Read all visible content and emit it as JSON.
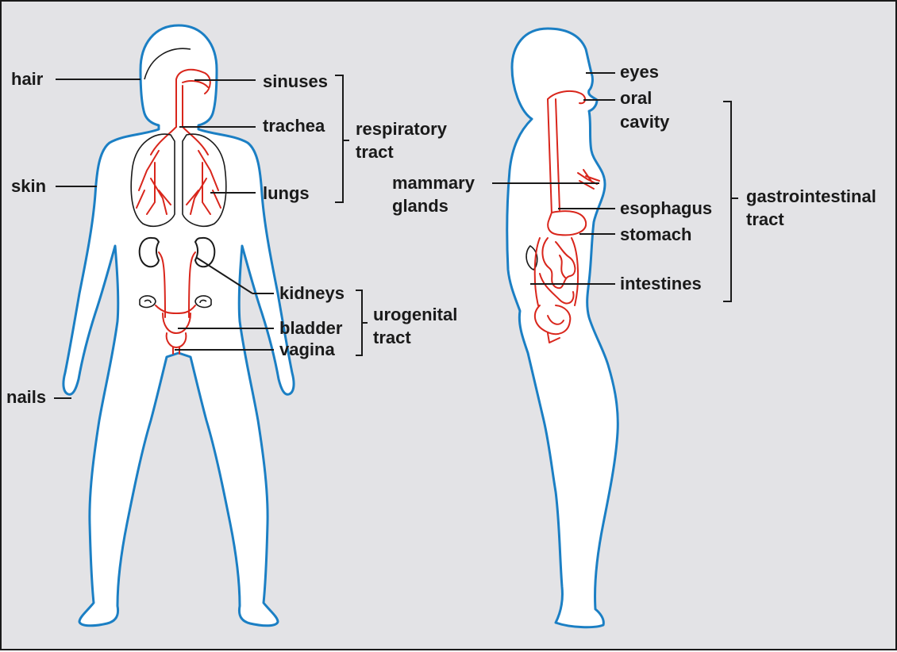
{
  "colors": {
    "background": "#e3e3e6",
    "frame": "#1a1a1a",
    "body_outline": "#1b7fc4",
    "organ_lines": "#d9261c",
    "text": "#1a1a1a"
  },
  "front_view": {
    "labels": {
      "hair": "hair",
      "skin": "skin",
      "nails": "nails",
      "sinuses": "sinuses",
      "trachea": "trachea",
      "lungs": "lungs",
      "kidneys": "kidneys",
      "bladder": "bladder",
      "vagina": "vagina"
    },
    "groups": {
      "respiratory_line1": "respiratory",
      "respiratory_line2": "tract",
      "urogenital_line1": "urogenital",
      "urogenital_line2": "tract"
    }
  },
  "side_view": {
    "labels": {
      "eyes": "eyes",
      "oral_line1": "oral",
      "oral_line2": "cavity",
      "mammary_line1": "mammary",
      "mammary_line2": "glands",
      "esophagus": "esophagus",
      "stomach": "stomach",
      "intestines": "intestines"
    },
    "groups": {
      "gastro_line1": "gastrointestinal",
      "gastro_line2": "tract"
    }
  }
}
